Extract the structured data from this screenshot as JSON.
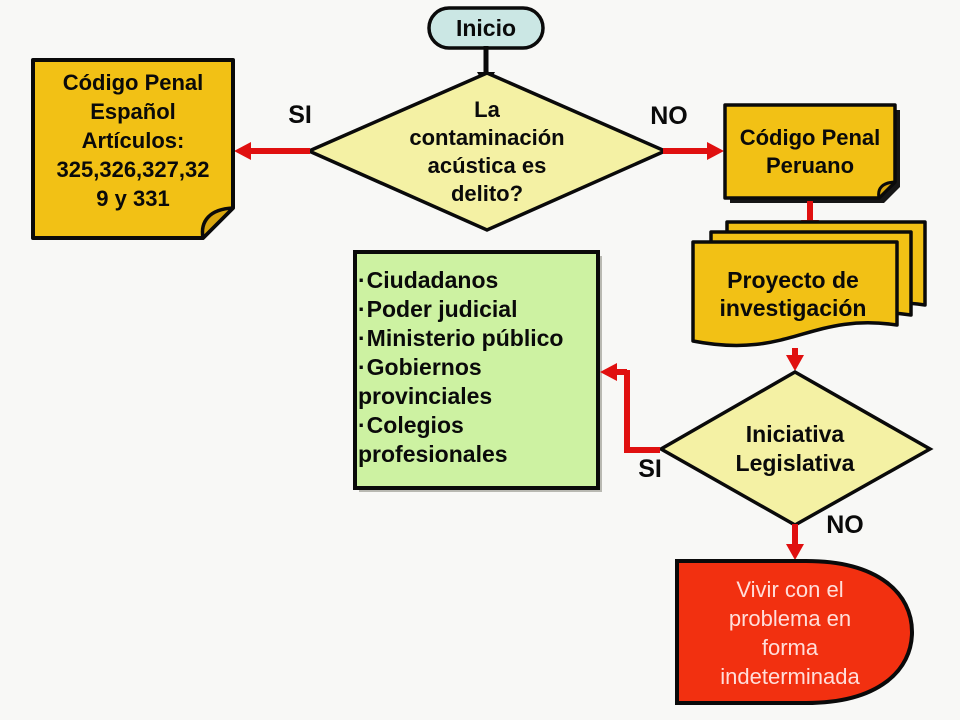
{
  "diagram": {
    "type": "flowchart",
    "language": "es",
    "colors": {
      "background": "#f8f8f6",
      "start_fill": "#cbe7e4",
      "decision_fill": "#f4f1a4",
      "note_fill": "#f2c115",
      "note_fold_fill": "#d9a60e",
      "list_fill": "#cdf2a2",
      "terminal_fill": "#f23010",
      "arrow_red": "#e01010",
      "arrow_black": "#0a0a0a",
      "shadow_black": "#161616"
    },
    "nodes": {
      "start": {
        "label": "Inicio"
      },
      "decision1": {
        "label": "La\ncontaminación\nacústica es\ndelito?"
      },
      "spanish_code": {
        "label": "Código Penal\nEspañol\nArtículos:\n325,326,327,32\n9 y 331"
      },
      "peruvian_code": {
        "label": "Código Penal\nPeruano"
      },
      "project": {
        "label": "Proyecto de\ninvestigación"
      },
      "decision2": {
        "label": "Iniciativa\nLegislativa"
      },
      "terminal": {
        "label": "Vivir con el\nproblema en\nforma\nindeterminada"
      },
      "stakeholders": {
        "bullet": "·",
        "items": [
          "Ciudadanos",
          "Poder judicial",
          "Ministerio público",
          "Gobiernos provinciales",
          "Colegios profesionales"
        ]
      }
    },
    "edge_labels": {
      "decision1_yes": "SI",
      "decision1_no": "NO",
      "decision2_yes": "SI",
      "decision2_no": "NO"
    }
  }
}
